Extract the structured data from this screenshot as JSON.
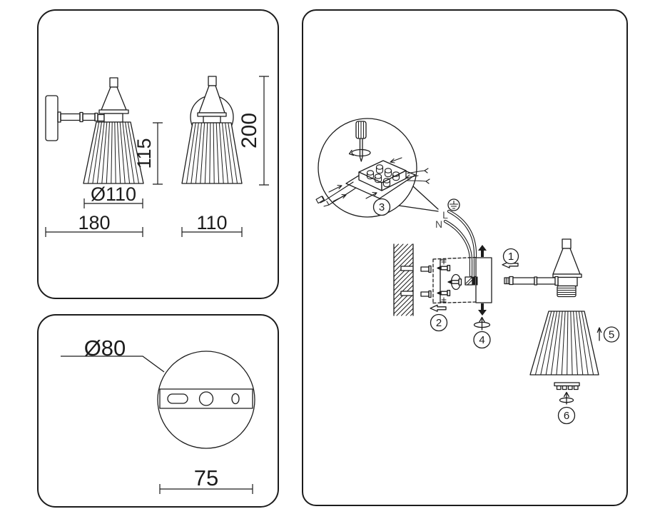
{
  "document": {
    "type": "wall-lamp installation and dimension drawing",
    "background_color": "#ffffff",
    "line_color": "#1c1c1c"
  },
  "dimension_panel": {
    "side_view": {
      "shade_height_mm": "115",
      "shade_diameter_mm": "Ø110",
      "total_depth_mm": "180"
    },
    "front_view": {
      "total_height_mm": "200",
      "shade_width_mm": "110"
    }
  },
  "mount_panel": {
    "plate_diameter_mm": "Ø80",
    "hole_spacing_mm": "75"
  },
  "assembly_panel": {
    "steps": [
      "1",
      "2",
      "3",
      "4",
      "5",
      "6"
    ],
    "wire_live_label": "L",
    "wire_neutral_label": "N"
  }
}
